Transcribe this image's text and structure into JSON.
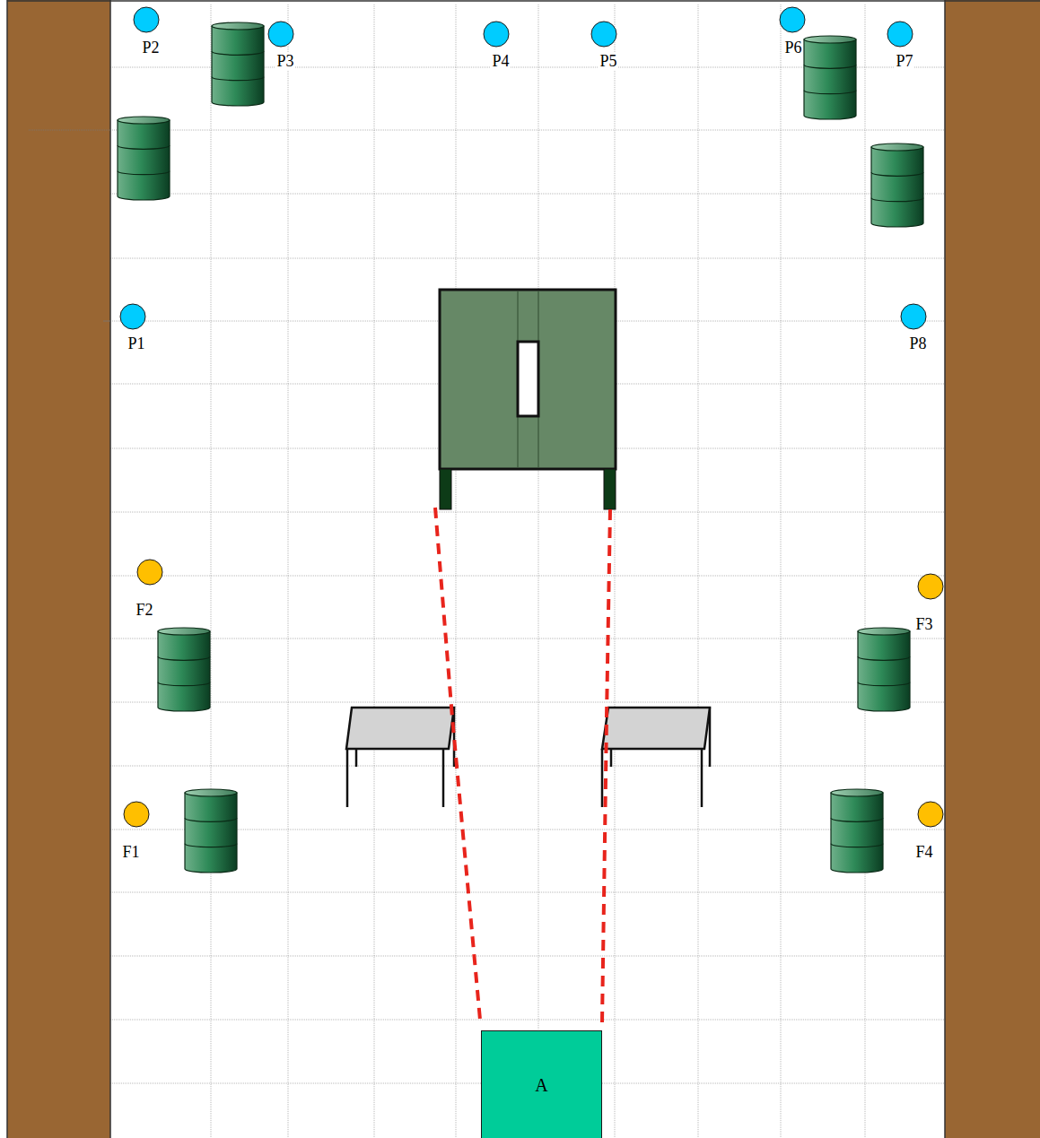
{
  "diagram": {
    "nodes": [
      {
        "text": [
          "P2"
        ]
      },
      {
        "text": [
          "P3"
        ]
      },
      {
        "text": [
          "P4"
        ]
      },
      {
        "text": [
          "P5"
        ]
      },
      {
        "text": [
          "P6"
        ]
      },
      {
        "text": [
          "P7"
        ]
      },
      {
        "text": [
          "P1"
        ]
      },
      {
        "text": [
          "P8"
        ]
      },
      {
        "text": [
          "F2"
        ]
      },
      {
        "text": [
          "F3"
        ]
      },
      {
        "text": [
          "F1"
        ]
      },
      {
        "text": [
          "F4"
        ]
      },
      {
        "text": [
          "A"
        ]
      }
    ]
  }
}
